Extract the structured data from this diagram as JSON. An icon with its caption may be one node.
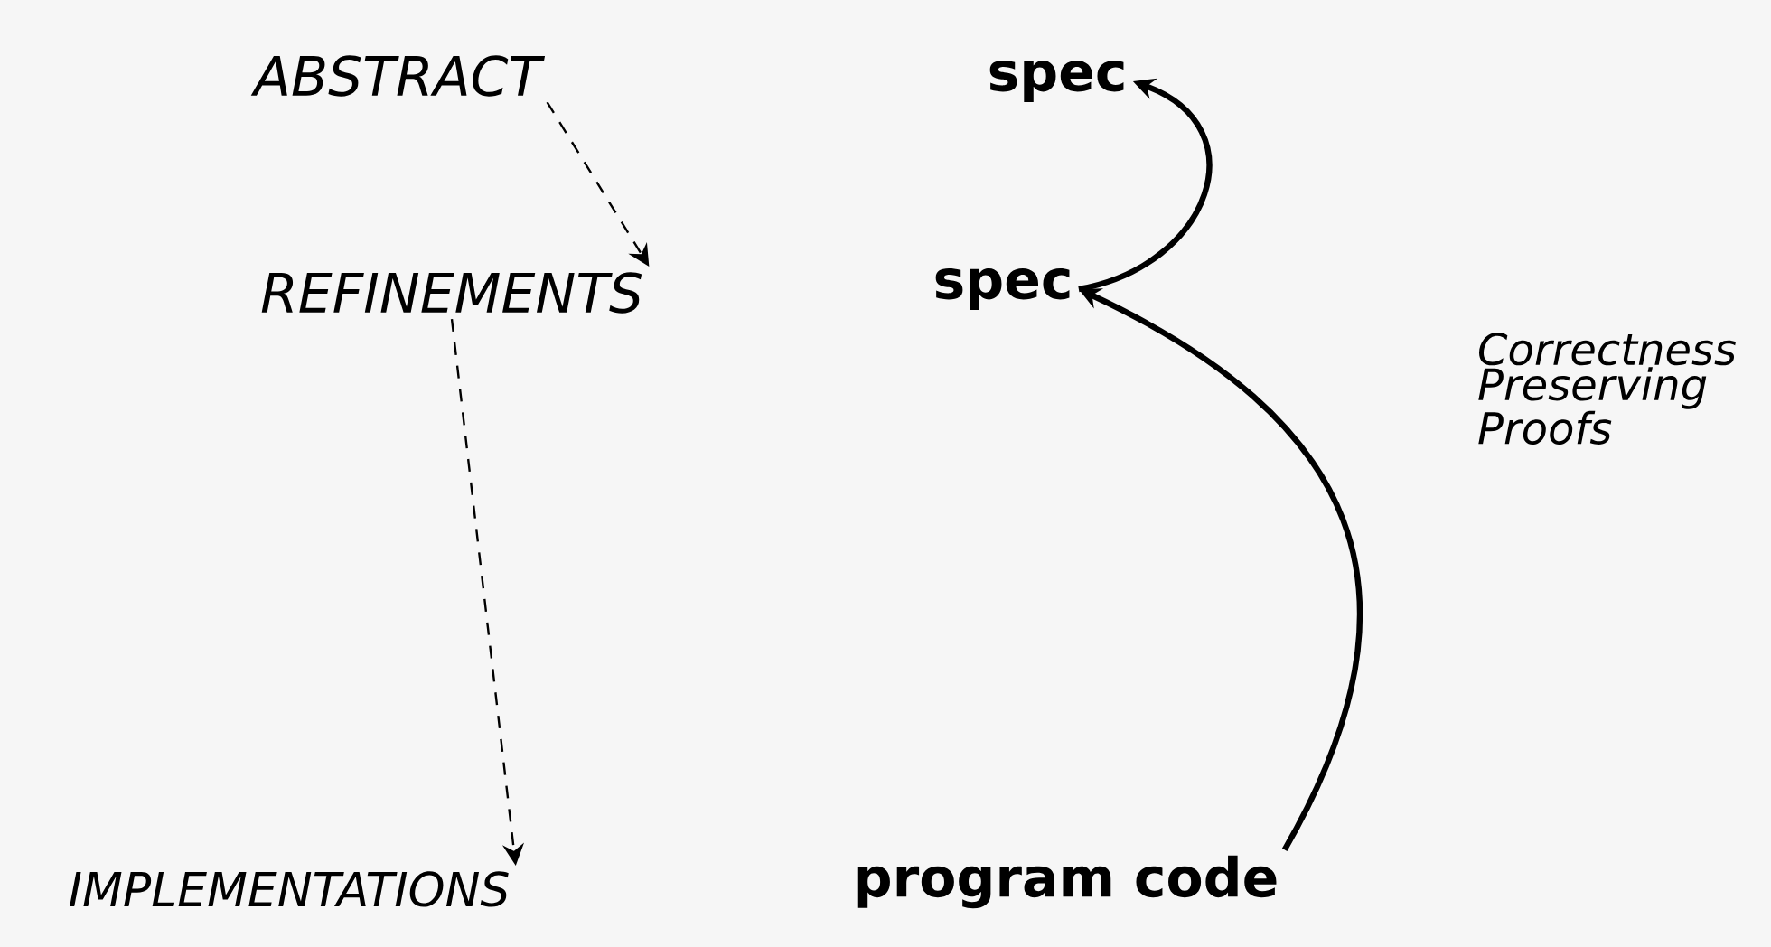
{
  "diagram": {
    "nodes": [
      {
        "text": [
          "ABSTRACT"
        ]
      },
      {
        "text": [
          "spec"
        ]
      },
      {
        "text": [
          "REFINEMENTS"
        ]
      },
      {
        "text": [
          "spec"
        ]
      },
      {
        "text": [
          "IMPLEMENTATIONS"
        ]
      },
      {
        "text": [
          "program code"
        ]
      }
    ],
    "edges": [
      {
        "from": 0,
        "to": 2,
        "arrow": "to",
        "style": "dashed"
      },
      {
        "from": 2,
        "to": 4,
        "arrow": "to",
        "style": "dashed"
      },
      {
        "from": 3,
        "to": 1,
        "arrow": "to",
        "style": "thick"
      },
      {
        "from": 5,
        "to": 3,
        "arrow": "to",
        "style": "thick"
      }
    ],
    "labels": [
      "Correctness Preserving Proofs"
    ]
  }
}
